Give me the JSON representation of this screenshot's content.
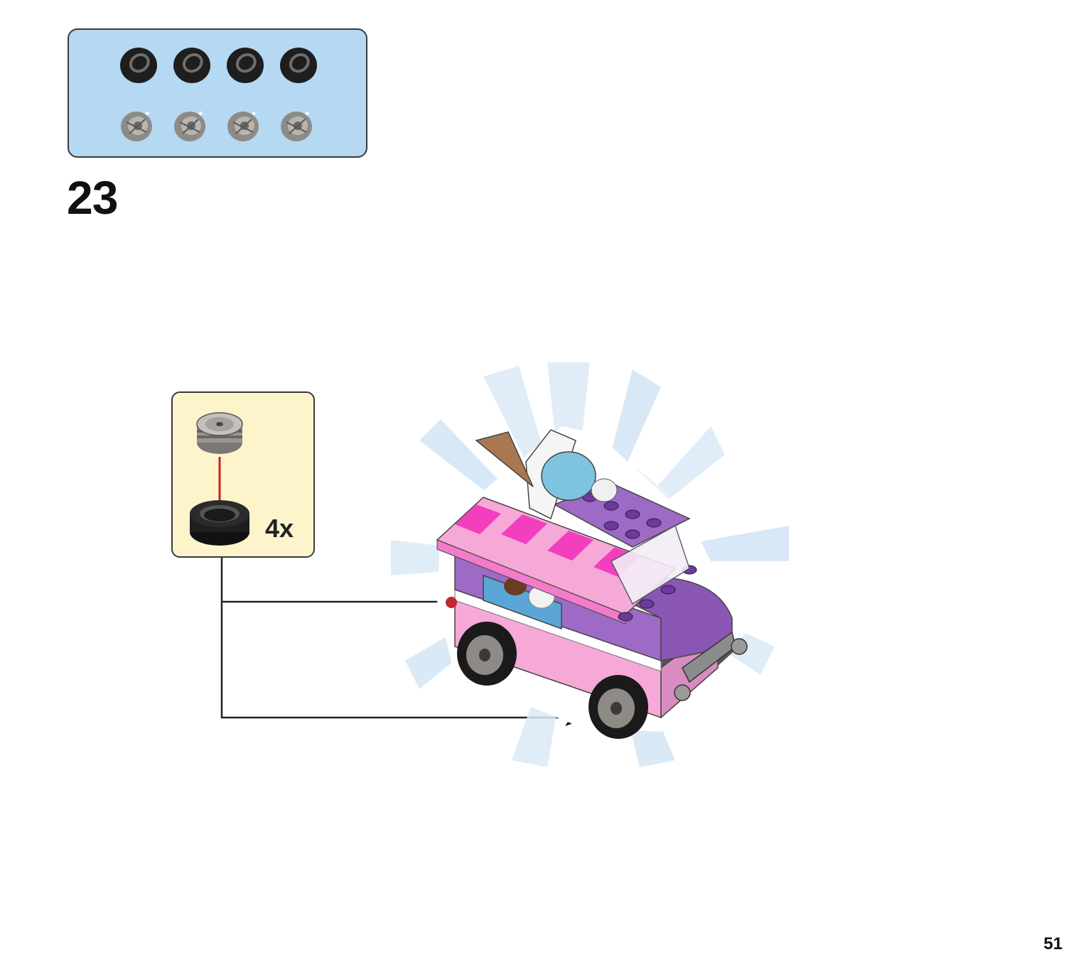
{
  "step": {
    "number": "23"
  },
  "parts_list": {
    "items": [
      {
        "name": "tire",
        "count": 4,
        "color": "#1e1e1e"
      },
      {
        "name": "wheel-rim",
        "count": 4,
        "color": "#8e8a86"
      }
    ]
  },
  "callout": {
    "quantity": "4x",
    "bg_color": "#fdf4cc",
    "arrow_color": "#cc1f1f"
  },
  "model": {
    "colors": {
      "pink": "#f6a9d6",
      "magenta": "#f23fbe",
      "purple": "#9d6ac6",
      "dark_purple": "#6b3a9c",
      "burst": "#cfe3f3"
    }
  },
  "page": {
    "number": "51"
  }
}
